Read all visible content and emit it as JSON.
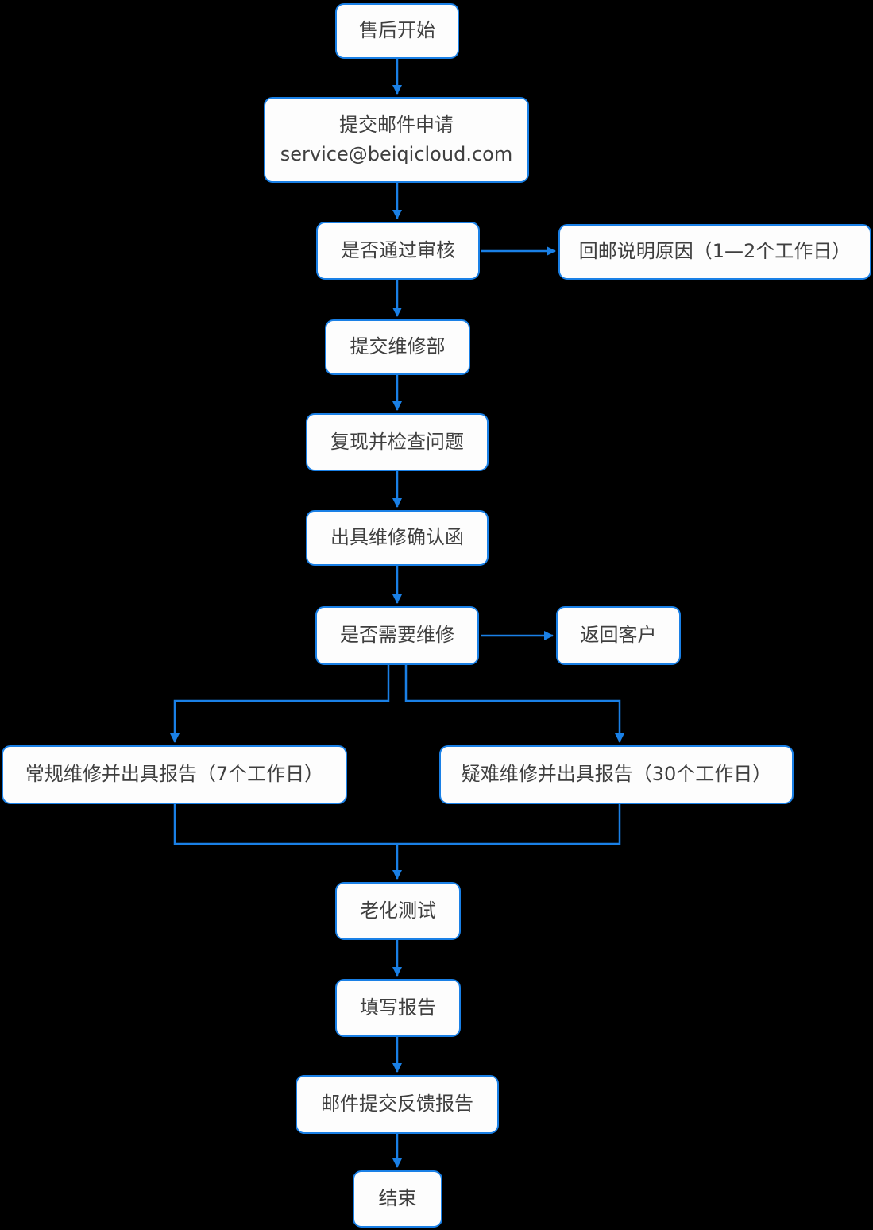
{
  "diagram": {
    "type": "flowchart",
    "title": "after-sales repair process flowchart",
    "colors": {
      "background": "#000000",
      "node_fill": "#fdfdfd",
      "node_border": "#1a80e6",
      "arrow": "#1a80e6",
      "text": "#3f3f3f"
    },
    "nodes": {
      "start": {
        "label": "售后开始"
      },
      "submit_email": {
        "label_line1": "提交邮件申请",
        "label_line2": "service@beiqicloud.com"
      },
      "review": {
        "label": "是否通过审核"
      },
      "reply_reason": {
        "label": "回邮说明原因（1—2个工作日）"
      },
      "submit_repair": {
        "label": "提交维修部"
      },
      "reproduce": {
        "label": "复现并检查问题"
      },
      "confirm_letter": {
        "label": "出具维修确认函"
      },
      "need_repair": {
        "label": "是否需要维修"
      },
      "return_customer": {
        "label": "返回客户"
      },
      "regular_repair": {
        "label": "常规维修并出具报告（7个工作日）"
      },
      "difficult_repair": {
        "label": "疑难维修并出具报告（30个工作日）"
      },
      "aging_test": {
        "label": "老化测试"
      },
      "fill_report": {
        "label": "填写报告"
      },
      "email_feedback": {
        "label": "邮件提交反馈报告"
      },
      "end": {
        "label": "结束"
      }
    }
  }
}
